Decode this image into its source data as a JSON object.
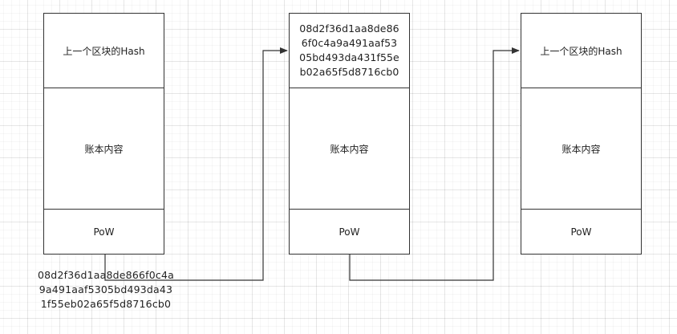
{
  "blocks": [
    {
      "prev_hash_label": "上一个区块的Hash",
      "prev_hash_lines": [],
      "ledger_label": "账本内容",
      "pow_label": "PoW"
    },
    {
      "prev_hash_label": "",
      "prev_hash_lines": [
        "08d2f36d1aa8de86",
        "6f0c4a9a491aaf53",
        "05bd493da431f55e",
        "b02a65f5d8716cb0"
      ],
      "ledger_label": "账本内容",
      "pow_label": "PoW"
    },
    {
      "prev_hash_label": "上一个区块的Hash",
      "prev_hash_lines": [],
      "ledger_label": "账本内容",
      "pow_label": "PoW"
    }
  ],
  "hash_output": {
    "lines": [
      "08d2f36d1aa8de866f0c4a",
      "9a491aaf5305bd493da43",
      "1f55eb02a65f5d8716cb0"
    ]
  },
  "colors": {
    "stroke": "#333333",
    "grid": "#e6e6e6",
    "background": "#ffffff"
  }
}
